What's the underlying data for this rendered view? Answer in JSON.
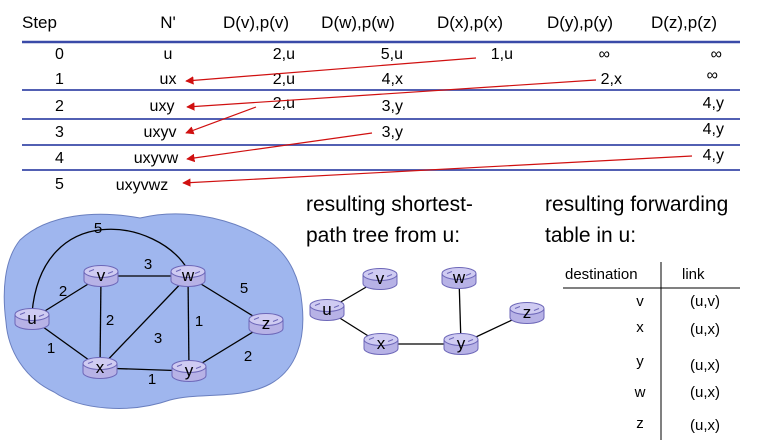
{
  "table": {
    "headers": [
      "Step",
      "N'",
      "D(v),p(v)",
      "D(w),p(w)",
      "D(x),p(x)",
      "D(y),p(y)",
      "D(z),p(z)"
    ],
    "rows": [
      {
        "step": "0",
        "nprime": "u",
        "dv": "2,u",
        "dw": "5,u",
        "dx": "1,u",
        "dy": "∞",
        "dz": "∞"
      },
      {
        "step": "1",
        "nprime": "ux",
        "dv": "2,u",
        "dw": "4,x",
        "dx": "",
        "dy": "2,x",
        "dz": "∞"
      },
      {
        "step": "2",
        "nprime": "uxy",
        "dv": "2,u",
        "dw": "3,y",
        "dx": "",
        "dy": "",
        "dz": "4,y"
      },
      {
        "step": "3",
        "nprime": "uxyv",
        "dv": "",
        "dw": "3,y",
        "dx": "",
        "dy": "",
        "dz": "4,y"
      },
      {
        "step": "4",
        "nprime": "uxyvw",
        "dv": "",
        "dw": "",
        "dx": "",
        "dy": "",
        "dz": "4,y"
      },
      {
        "step": "5",
        "nprime": "uxyvwz",
        "dv": "",
        "dw": "",
        "dx": "",
        "dy": "",
        "dz": ""
      }
    ]
  },
  "graph": {
    "nodes": [
      "u",
      "v",
      "w",
      "x",
      "y",
      "z"
    ],
    "edges": [
      {
        "a": "u",
        "b": "w",
        "w": "5"
      },
      {
        "a": "u",
        "b": "v",
        "w": "2"
      },
      {
        "a": "v",
        "b": "w",
        "w": "3"
      },
      {
        "a": "w",
        "b": "z",
        "w": "5"
      },
      {
        "a": "v",
        "b": "x",
        "w": "2"
      },
      {
        "a": "w",
        "b": "x",
        "w": "3"
      },
      {
        "a": "w",
        "b": "y",
        "w": "1"
      },
      {
        "a": "u",
        "b": "x",
        "w": "1"
      },
      {
        "a": "x",
        "b": "y",
        "w": "1"
      },
      {
        "a": "y",
        "b": "z",
        "w": "2"
      }
    ]
  },
  "tree": {
    "title_line1": "resulting shortest-",
    "title_line2": "path tree from u:",
    "nodes": [
      "u",
      "v",
      "w",
      "x",
      "y",
      "z"
    ]
  },
  "forwarding": {
    "title_line1": "resulting forwarding",
    "title_line2": "table in u:",
    "col_destination": "destination",
    "col_link": "link",
    "rows": [
      {
        "dest": "v",
        "link": "(u,v)"
      },
      {
        "dest": "x",
        "link": "(u,x)"
      },
      {
        "dest": "y",
        "link": "(u,x)"
      },
      {
        "dest": "w",
        "link": "(u,x)"
      },
      {
        "dest": "z",
        "link": "(u,x)"
      }
    ]
  },
  "colors": {
    "table_rule": "#3a4aa8",
    "arrow": "#d01010",
    "blob_fill": "#9fb6ee",
    "blob_stroke": "#6a7fbf",
    "router_fill": "#b7b2e6",
    "router_stroke": "#6d67b8"
  }
}
